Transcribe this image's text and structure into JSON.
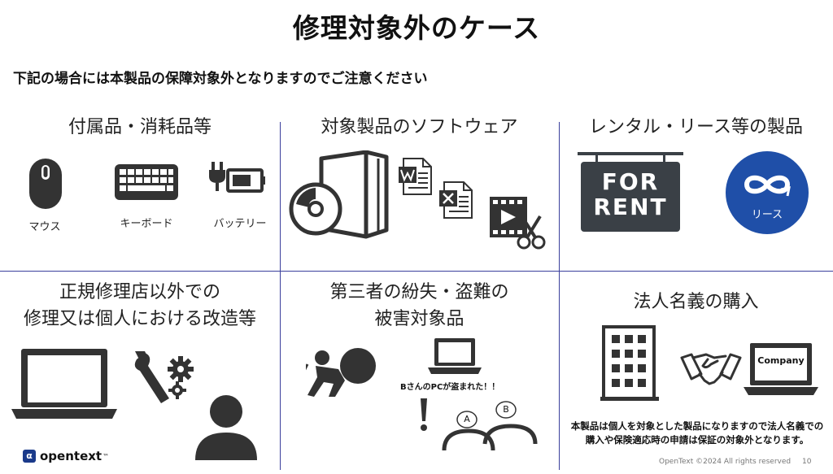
{
  "title": "修理対象外のケース",
  "subtitle": "下記の場合には本製品の保障対象外となりますのでご注意ください",
  "cells": {
    "accessories": {
      "title": "付属品・消耗品等",
      "items": [
        "マウス",
        "キーボード",
        "バッテリー"
      ]
    },
    "software": {
      "title": "対象製品のソフトウェア"
    },
    "rental": {
      "title": "レンタル・リース等の製品",
      "sign_line1": "FOR",
      "sign_line2": "RENT",
      "lease_label": "リース"
    },
    "unauthorized": {
      "title_line1": "正規修理店以外での",
      "title_line2": "修理又は個人における改造等"
    },
    "theft": {
      "title_line1": "第三者の紛失・盗難の",
      "title_line2": "被害対象品",
      "speech": "BさんのPCが盗まれた！！",
      "person_a": "A",
      "person_b": "B"
    },
    "corporate": {
      "title": "法人名義の購入",
      "laptop_label": "Company",
      "note_line1": "本製品は個人を対象とした製品になりますので法人名義での",
      "note_line2": "購入や保険適応時の申請は保証の対象外となります。"
    }
  },
  "footer": {
    "brand": "opentext",
    "brand_tm": "™",
    "copyright": "OpenText ©2024 All rights reserved",
    "page_number": "10"
  },
  "colors": {
    "divider": "#3a3f9c",
    "icon_dark": "#333333",
    "sign_bg": "#3a4046",
    "lease_circle": "#1f4fa8"
  }
}
